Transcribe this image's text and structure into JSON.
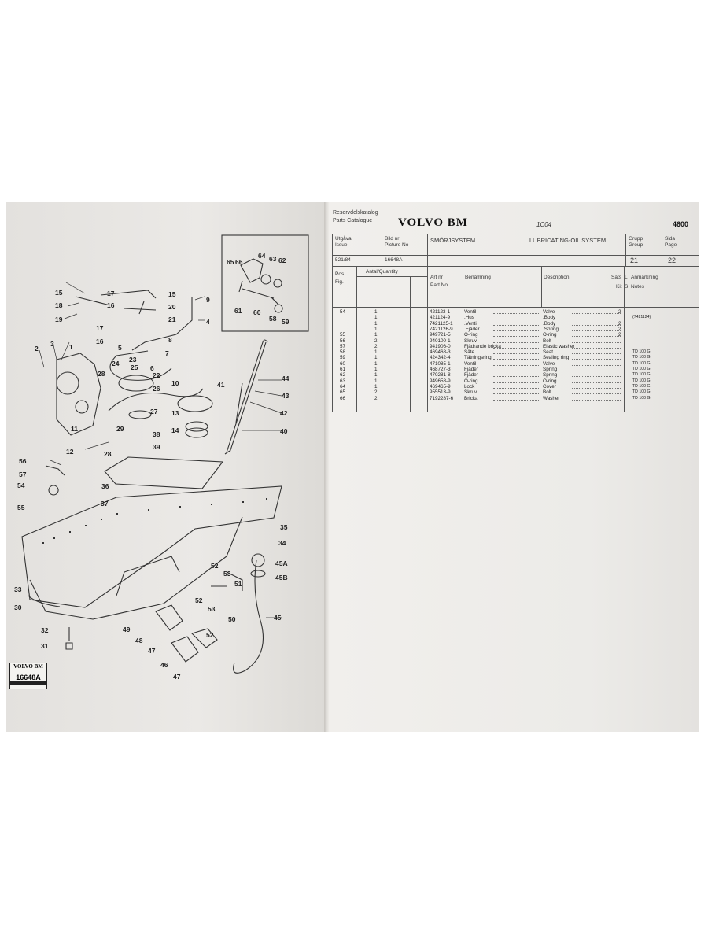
{
  "left_page": {
    "callouts": [
      "1",
      "2",
      "3",
      "4",
      "5",
      "6",
      "7",
      "8",
      "9",
      "10",
      "11",
      "12",
      "13",
      "14",
      "15",
      "15",
      "16",
      "16",
      "17",
      "17",
      "18",
      "19",
      "20",
      "21",
      "22",
      "23",
      "24",
      "25",
      "26",
      "27",
      "28",
      "28",
      "29",
      "30",
      "31",
      "32",
      "33",
      "34",
      "35",
      "36",
      "37",
      "38",
      "39",
      "40",
      "41",
      "42",
      "43",
      "44",
      "45",
      "45A",
      "45B",
      "46",
      "47",
      "47",
      "48",
      "49",
      "50",
      "51",
      "52",
      "52",
      "52",
      "53",
      "53",
      "54",
      "55",
      "56",
      "57",
      "58",
      "59",
      "60",
      "61",
      "62",
      "63",
      "64",
      "65",
      "66"
    ],
    "stamp": {
      "brand": "VOLVO BM",
      "number": "16648A"
    }
  },
  "right_page": {
    "catalog_sv": "Reservdelskatalog",
    "catalog_en": "Parts Catalogue",
    "brand": "VOLVO BM",
    "group_code": "1C04",
    "page_number": "4600",
    "info": {
      "issue_label_sv": "Utgåva",
      "issue_label_en": "Issue",
      "issue_value": "521/84",
      "picture_label_sv": "Bild nr",
      "picture_label_en": "Picture No",
      "picture_value": "16648A",
      "system_sv": "SMÖRJSYSTEM",
      "system_en": "LUBRICATING-OIL SYSTEM",
      "group_label_sv": "Grupp",
      "group_label_en": "Group",
      "group_value": "21",
      "page_label_sv": "Sida",
      "page_label_en": "Page",
      "page_value": "22"
    },
    "table_headers": {
      "pos_sv": "Pos.",
      "pos_en": "Fig.",
      "quantity": "Antal/Quantity",
      "part_sv": "Art nr",
      "part_en": "Part No",
      "name_sv": "Benämning",
      "description": "Description",
      "sats": "Sats",
      "kit": "Kit",
      "l": "L",
      "s": "S",
      "notes_sv": "Anmärkning",
      "notes_en": "Notes"
    },
    "rows": [
      {
        "pos": "54",
        "qty": "1",
        "part": "421123-1",
        "sv": "Ventil",
        "en": "Valve",
        "kit": "2",
        "note": ""
      },
      {
        "pos": "",
        "qty": "1",
        "part": "421124-9",
        "sv": ".Hus",
        "en": ".Body",
        "kit": "",
        "note": "(7421124)"
      },
      {
        "pos": "",
        "qty": "1",
        "part": "7421125-1",
        "sv": ".Ventil",
        "en": ".Body",
        "kit": "2",
        "note": ""
      },
      {
        "pos": "",
        "qty": "1",
        "part": "7421126-9",
        "sv": ".Fjäder",
        "en": ".Spring",
        "kit": "2",
        "note": ""
      },
      {
        "pos": "55",
        "qty": "1",
        "part": "949721-5",
        "sv": "O-ring",
        "en": "O-ring",
        "kit": "2",
        "note": ""
      },
      {
        "pos": "56",
        "qty": "2",
        "part": "940100-1",
        "sv": "Skruv",
        "en": "Bolt",
        "kit": "",
        "note": ""
      },
      {
        "pos": "57",
        "qty": "2",
        "part": "941906-0",
        "sv": "Fjädrande bricka",
        "en": "Elastic washer",
        "kit": "",
        "note": ""
      },
      {
        "pos": "58",
        "qty": "1",
        "part": "469468-3",
        "sv": "Säte",
        "en": "Seat",
        "kit": "",
        "note": "TD 100 G"
      },
      {
        "pos": "59",
        "qty": "1",
        "part": "424342-4",
        "sv": "Tätningsring",
        "en": "Sealing ring",
        "kit": "",
        "note": "TD 100 G"
      },
      {
        "pos": "60",
        "qty": "1",
        "part": "471085-1",
        "sv": "Ventil",
        "en": "Valve",
        "kit": "",
        "note": "TD 100 G"
      },
      {
        "pos": "61",
        "qty": "1",
        "part": "468727-3",
        "sv": "Fjäder",
        "en": "Spring",
        "kit": "",
        "note": "TD 100 G"
      },
      {
        "pos": "62",
        "qty": "1",
        "part": "470281-8",
        "sv": "Fjäder",
        "en": "Spring",
        "kit": "",
        "note": "TD 100 G"
      },
      {
        "pos": "63",
        "qty": "1",
        "part": "949658-9",
        "sv": "O-ring",
        "en": "O-ring",
        "kit": "",
        "note": "TD 100 G"
      },
      {
        "pos": "64",
        "qty": "1",
        "part": "469465-9",
        "sv": "Lock",
        "en": "Cover",
        "kit": "",
        "note": "TD 100 G"
      },
      {
        "pos": "65",
        "qty": "2",
        "part": "955513-9",
        "sv": "Skruv",
        "en": "Bolt",
        "kit": "",
        "note": "TD 100 G"
      },
      {
        "pos": "66",
        "qty": "2",
        "part": "7192287-6",
        "sv": "Bricka",
        "en": "Washer",
        "kit": "",
        "note": "TD 100 G"
      }
    ]
  }
}
